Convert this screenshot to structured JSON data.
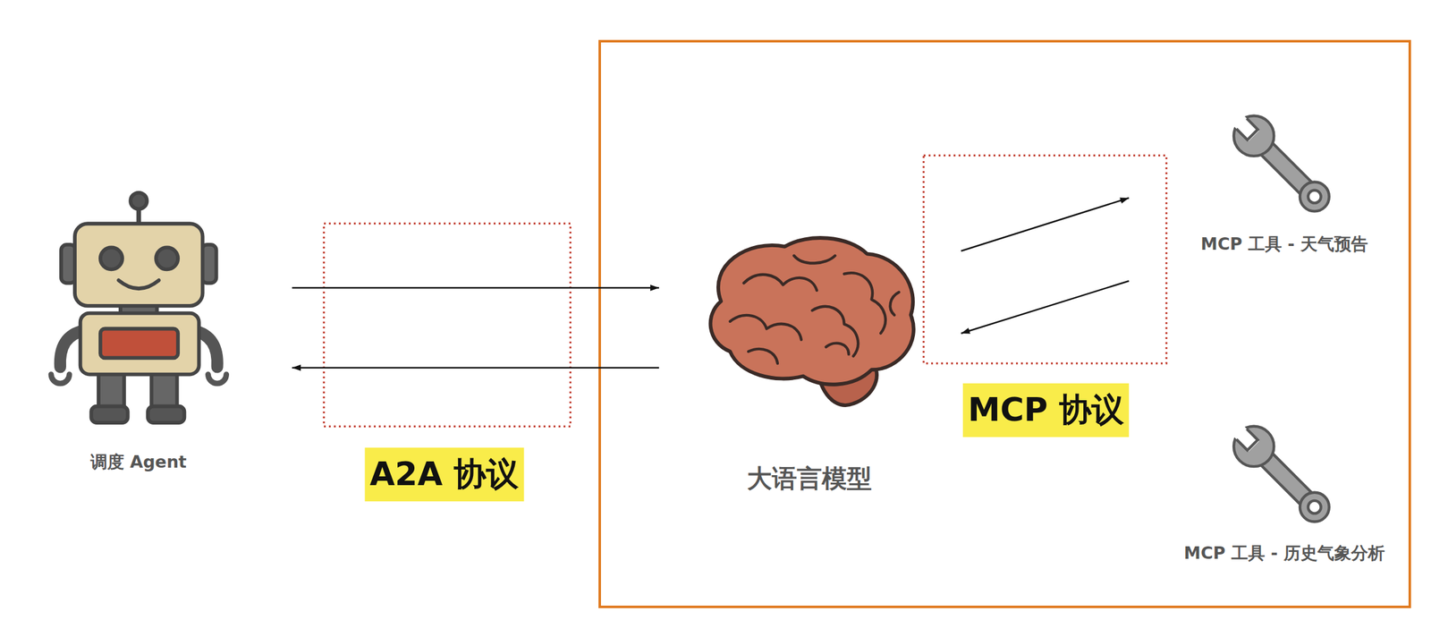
{
  "diagram": {
    "nodes": [
      {
        "text": [
          "调度 Agent"
        ]
      },
      {
        "text": [
          "大语言模型"
        ]
      },
      {
        "text": [
          "MCP 工具 - 天气预告"
        ]
      },
      {
        "text": [
          "MCP 工具 - 历史气象分析"
        ]
      }
    ],
    "edges": [
      {
        "from": 0,
        "to": 1,
        "arrow": "to"
      },
      {
        "from": 1,
        "to": 0,
        "arrow": "to"
      },
      {
        "from": 1,
        "to": 2,
        "arrow": "to"
      },
      {
        "from": 2,
        "to": 1,
        "arrow": "to"
      }
    ],
    "labels": [
      "A2A 协议",
      "MCP 协议"
    ]
  }
}
